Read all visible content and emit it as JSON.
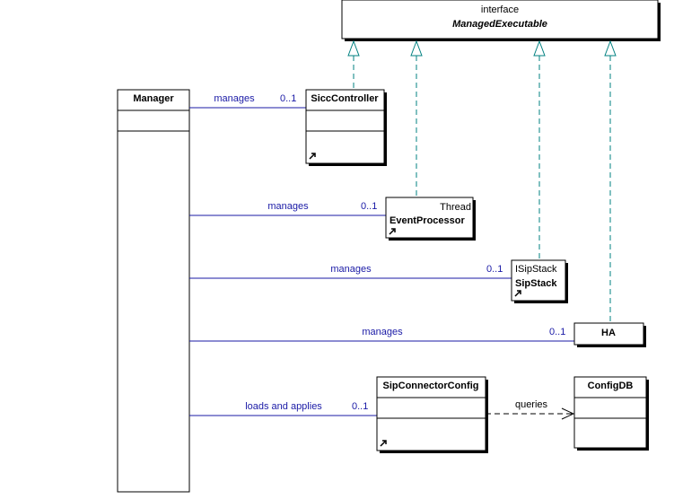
{
  "interface": {
    "stereotype": "interface",
    "name": "ManagedExecutable"
  },
  "classes": {
    "manager": {
      "name": "Manager"
    },
    "sicc_controller": {
      "name": "SiccController"
    },
    "event_processor": {
      "stereotype": "Thread",
      "name": "EventProcessor"
    },
    "sip_stack": {
      "stereotype": "ISipStack",
      "name": "SipStack"
    },
    "ha": {
      "name": "HA"
    },
    "sip_connector_config": {
      "name": "SipConnectorConfig"
    },
    "config_db": {
      "name": "ConfigDB"
    }
  },
  "associations": [
    {
      "label": "manages",
      "multiplicity": "0..1"
    },
    {
      "label": "manages",
      "multiplicity": "0..1"
    },
    {
      "label": "manages",
      "multiplicity": "0..1"
    },
    {
      "label": "manages",
      "multiplicity": "0..1"
    },
    {
      "label": "loads and applies",
      "multiplicity": "0..1"
    }
  ],
  "dependency": {
    "label": "queries"
  },
  "colors": {
    "association": "#1a1aa6",
    "realization": "#008080",
    "border": "#000000"
  }
}
